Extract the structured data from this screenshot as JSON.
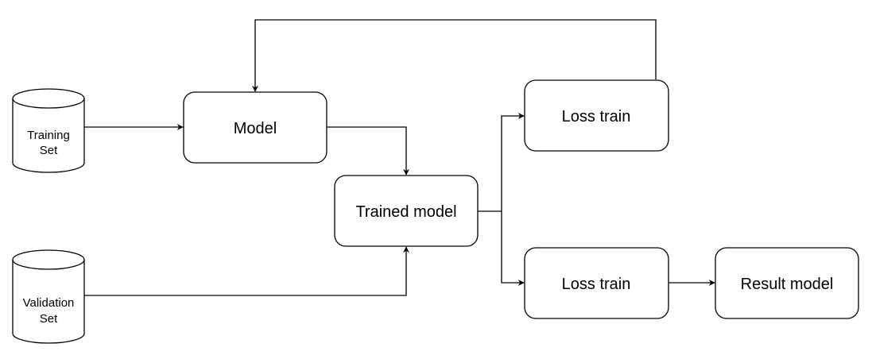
{
  "nodes": {
    "training_set": {
      "line1": "Training",
      "line2": "Set"
    },
    "validation_set": {
      "line1": "Validation",
      "line2": "Set"
    },
    "model": "Model",
    "trained_model": "Trained model",
    "loss_train_top": "Loss train",
    "loss_train_bottom": "Loss train",
    "result_model": "Result model"
  },
  "colors": {
    "stroke": "#000000",
    "fill": "#ffffff"
  }
}
